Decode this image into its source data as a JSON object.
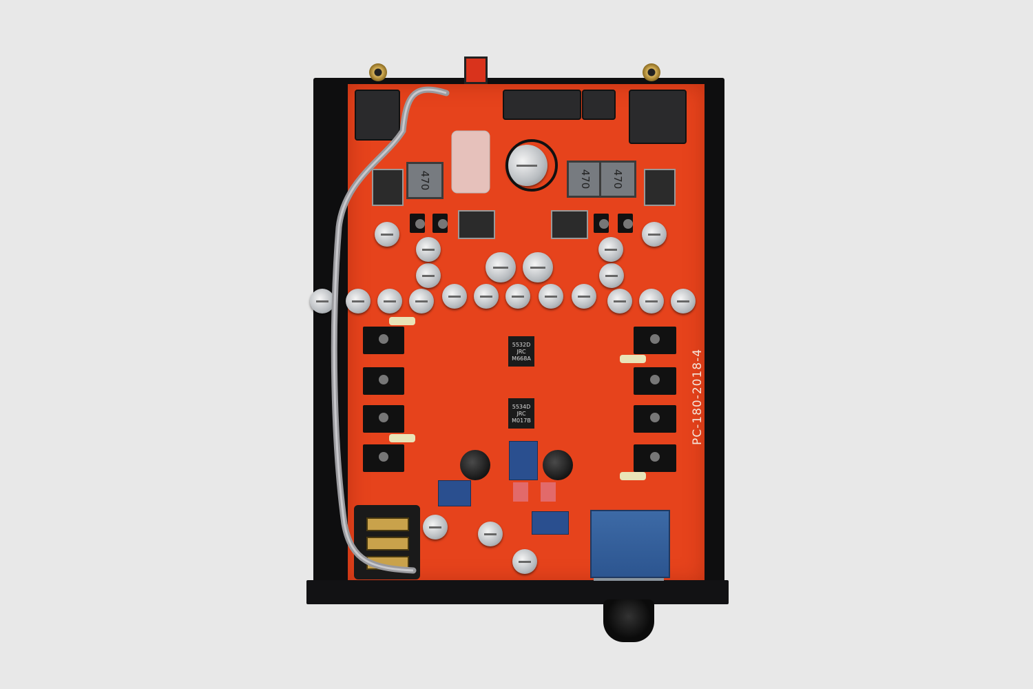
{
  "board": {
    "label": "PC-180-2018-4",
    "ic1": {
      "line1": "5532D",
      "line2": "JRC",
      "line3": "M668A"
    },
    "ic2": {
      "line1": "5534D",
      "line2": "JRC",
      "line3": "M017B"
    },
    "inductor_label": "470"
  },
  "colors": {
    "background": "#e8e8e8",
    "pcb": "#e6431c",
    "chassis": "#0e0e0f",
    "relay": "#2a4f8f"
  }
}
